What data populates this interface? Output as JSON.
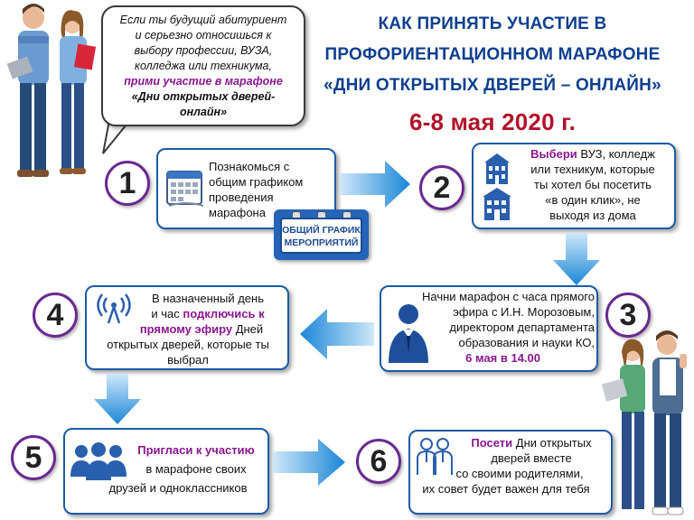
{
  "title": {
    "line1": "КАК ПРИНЯТЬ УЧАСТИЕ В",
    "line2": "ПРОФОРИЕНТАЦИОННОМ МАРАФОНЕ",
    "line3": "«ДНИ ОТКРЫТЫХ ДВЕРЕЙ – ОНЛАЙН»",
    "date": "6-8 мая 2020 г."
  },
  "bubble": {
    "line1": "Если ты будущий абитуриент",
    "line2": "и серьезно относишься к",
    "line3": "выбору профессии, ВУЗА,",
    "line4": "колледжа или техникума,",
    "cta": "прими участие в марафоне",
    "event1": "«Дни открытых дверей-",
    "event2": "онлайн»"
  },
  "badge": {
    "line1": "ОБЩИЙ ГРАФИК",
    "line2": "МЕРОПРИЯТИЙ"
  },
  "steps": [
    {
      "num": "1",
      "lines": [
        "Познакомься с",
        "общим графиком",
        "проведения",
        "марафона"
      ]
    },
    {
      "num": "2",
      "highlight": "Выбери",
      "lines": [
        " ВУЗ, колледж",
        "или техникум, которые",
        "ты хотел бы посетить",
        "«в один клик»,  не",
        "выходя из дома"
      ]
    },
    {
      "num": "3",
      "lines": [
        "Начни марафон с часа прямого",
        "эфира с И.Н. Морозовым,",
        "директором департамента",
        "образования и науки КО,"
      ],
      "highlight": "6 мая в 14.00"
    },
    {
      "num": "4",
      "pre1": "В назначенный день",
      "pre2": "и час ",
      "highlight1": "подключись к",
      "highlight2": "прямому эфиру",
      "post1": " Дней",
      "post2": "открытых дверей, которые ты",
      "post3": "выбрал"
    },
    {
      "num": "5",
      "highlight": "Пригласи к участию",
      "lines": [
        "в марафоне своих",
        "друзей и одноклассников"
      ]
    },
    {
      "num": "6",
      "highlight": "Посети",
      "lines": [
        " Дни открытых",
        "дверей вместе",
        "со своими родителями,",
        "их совет будет важен для тебя"
      ]
    }
  ],
  "colors": {
    "title": "#0d3f8f",
    "date": "#b3122a",
    "highlight": "#8a168f",
    "arrow": "#1e88d8",
    "border": "#1d5aa8"
  }
}
